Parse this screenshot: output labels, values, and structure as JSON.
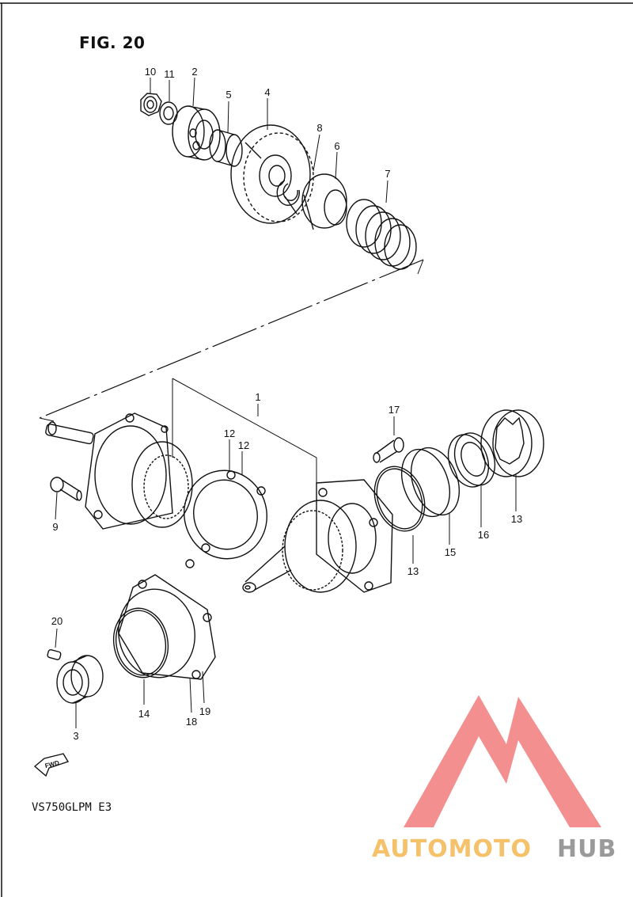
{
  "figure": {
    "title": "FIG. 20",
    "model": "VS750GLPM E3"
  },
  "fwd_label": "FWD",
  "parts": [
    {
      "id": "p1",
      "number": "1"
    },
    {
      "id": "p2",
      "number": "2"
    },
    {
      "id": "p3",
      "number": "3"
    },
    {
      "id": "p4",
      "number": "4"
    },
    {
      "id": "p5",
      "number": "5"
    },
    {
      "id": "p6",
      "number": "6"
    },
    {
      "id": "p7",
      "number": "7"
    },
    {
      "id": "p8",
      "number": "8"
    },
    {
      "id": "p9",
      "number": "9"
    },
    {
      "id": "p10",
      "number": "10"
    },
    {
      "id": "p11",
      "number": "11"
    },
    {
      "id": "p12a",
      "number": "12"
    },
    {
      "id": "p12b",
      "number": "12"
    },
    {
      "id": "p13a",
      "number": "13"
    },
    {
      "id": "p13b",
      "number": "13"
    },
    {
      "id": "p14",
      "number": "14"
    },
    {
      "id": "p15",
      "number": "15"
    },
    {
      "id": "p16",
      "number": "16"
    },
    {
      "id": "p17",
      "number": "17"
    },
    {
      "id": "p18",
      "number": "18"
    },
    {
      "id": "p19",
      "number": "19"
    },
    {
      "id": "p20",
      "number": "20"
    }
  ],
  "watermark": {
    "part1": "AUTOMOTO",
    "part2": "HUB",
    "colors": {
      "triangle": "#f27b7b",
      "part1": "#f5c16a",
      "part2": "#9a9a9a"
    }
  }
}
